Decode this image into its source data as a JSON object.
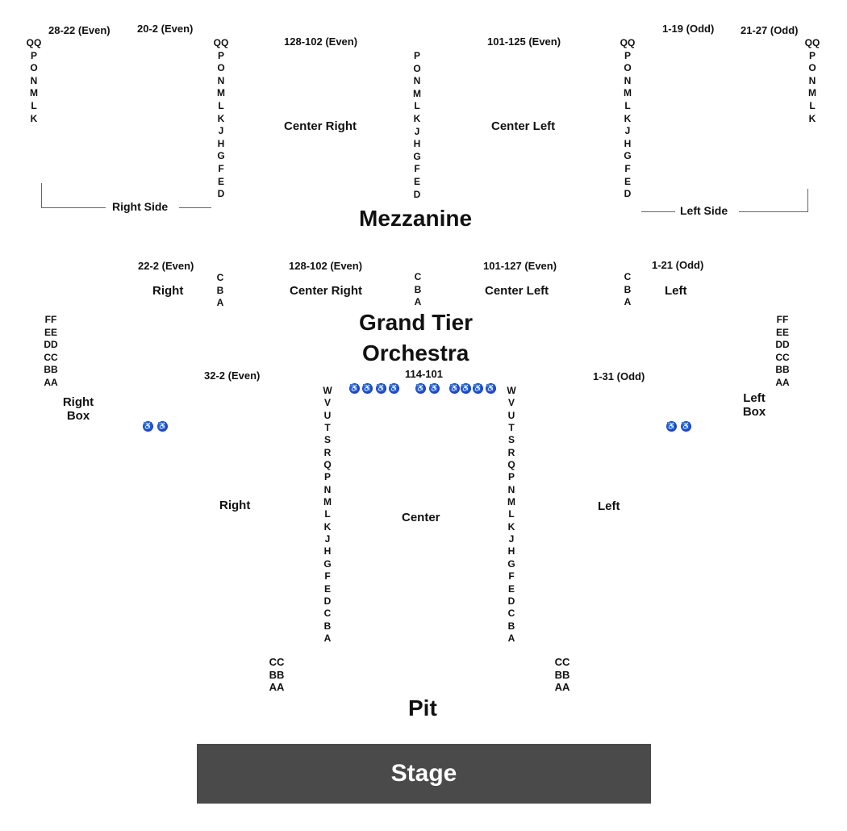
{
  "mezzanine": {
    "title": "Mezzanine",
    "range_right_outer": "28-22 (Even)",
    "range_right_inner": "20-2 (Even)",
    "range_center_right": "128-102 (Even)",
    "range_center_left": "101-125 (Even)",
    "range_left_inner": "1-19 (Odd)",
    "range_left_outer": "21-27 (Odd)",
    "label_center_right": "Center Right",
    "label_center_left": "Center Left",
    "label_right_side": "Right Side",
    "label_left_side": "Left Side",
    "rows_outer": [
      "QQ",
      "P",
      "O",
      "N",
      "M",
      "L",
      "K"
    ],
    "rows_full": [
      "QQ",
      "P",
      "O",
      "N",
      "M",
      "L",
      "K",
      "J",
      "H",
      "G",
      "F",
      "E",
      "D"
    ],
    "rows_center": [
      "P",
      "O",
      "N",
      "M",
      "L",
      "K",
      "J",
      "H",
      "G",
      "F",
      "E",
      "D"
    ]
  },
  "grand_tier": {
    "title": "Grand Tier",
    "range_right": "22-2 (Even)",
    "range_center_right": "128-102 (Even)",
    "range_center_left": "101-127 (Even)",
    "range_left": "1-21 (Odd)",
    "label_right": "Right",
    "label_center_right": "Center Right",
    "label_center_left": "Center Left",
    "label_left": "Left",
    "rows": [
      "C",
      "B",
      "A"
    ]
  },
  "orchestra": {
    "title": "Orchestra",
    "range_right": "32-2 (Even)",
    "range_center": "114-101",
    "range_left": "1-31 (Odd)",
    "label_right": "Right",
    "label_center": "Center",
    "label_left": "Left",
    "right_box": [
      "Right",
      "Box"
    ],
    "left_box": [
      "Left",
      "Box"
    ],
    "box_rows": [
      "FF",
      "EE",
      "DD",
      "CC",
      "BB",
      "AA"
    ],
    "rows": [
      "W",
      "V",
      "U",
      "T",
      "S",
      "R",
      "Q",
      "P",
      "N",
      "M",
      "L",
      "K",
      "J",
      "H",
      "G",
      "F",
      "E",
      "D",
      "C",
      "B",
      "A"
    ]
  },
  "pit": {
    "title": "Pit",
    "rows": [
      "CC",
      "BB",
      "AA"
    ]
  },
  "stage": {
    "label": "Stage"
  },
  "accessibility": {
    "icon": "wheelchair-icon",
    "glyph": "♿",
    "color": "#1f3fd0"
  }
}
